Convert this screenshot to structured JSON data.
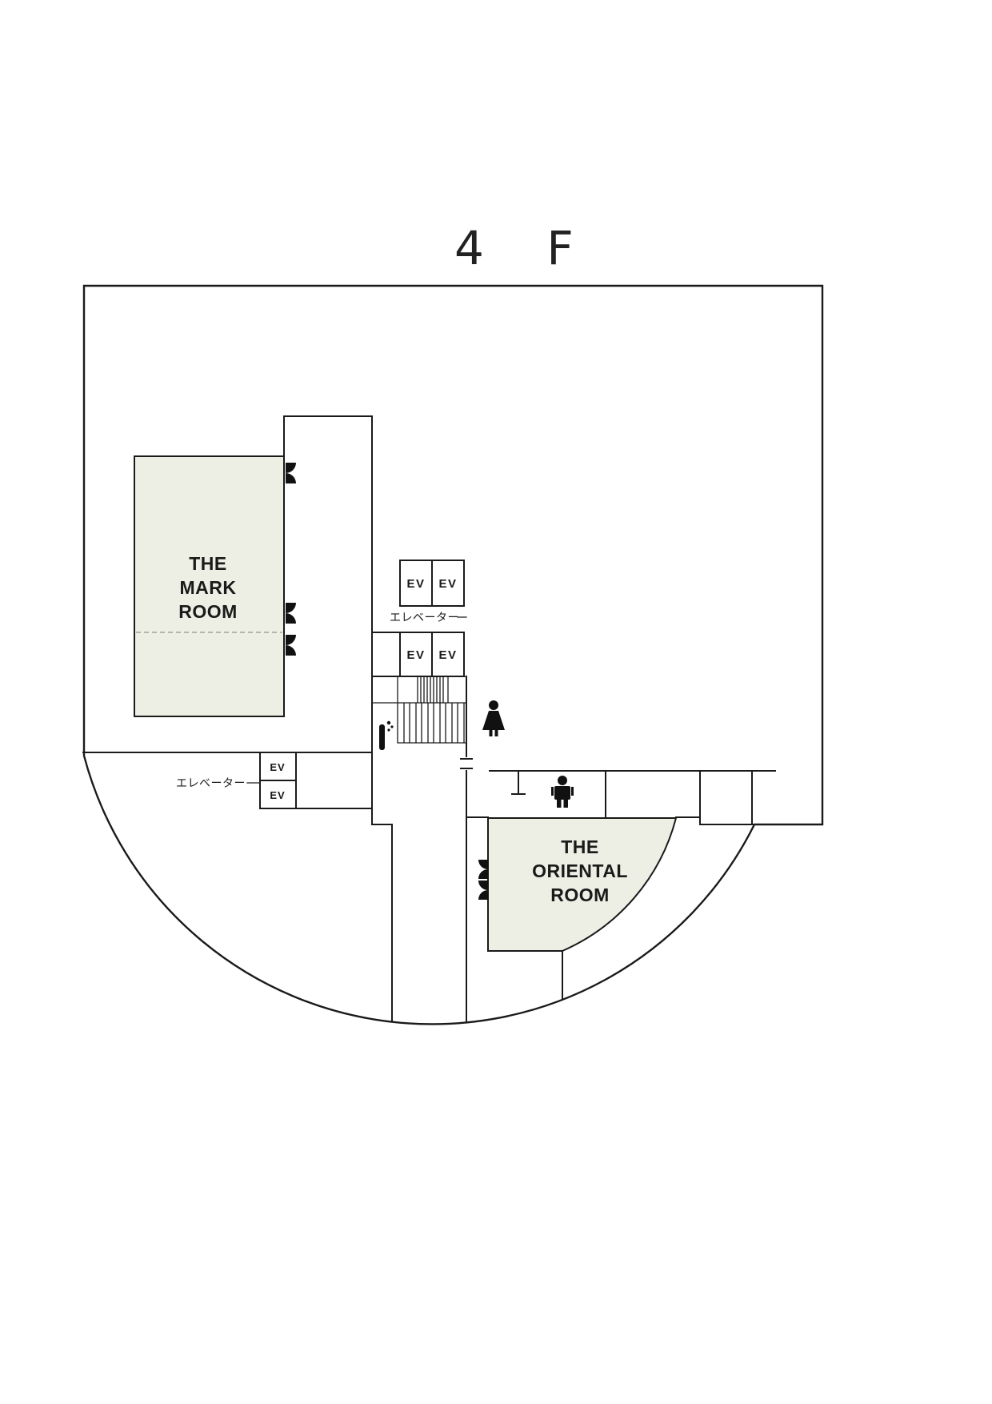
{
  "title": "4 F",
  "rooms": {
    "mark": {
      "name": "THE MARK ROOM",
      "line1": "THE",
      "line2": "MARK",
      "line3": "ROOM",
      "fill": "#edefe4"
    },
    "oriental": {
      "name": "THE ORIENTAL ROOM",
      "line1": "THE",
      "line2": "ORIENTAL",
      "line3": "ROOM",
      "fill": "#edefe4"
    }
  },
  "elevators": {
    "label_left": "エレベーター",
    "label_center": "エレベーター",
    "bank_top": {
      "ev1": "EV",
      "ev2": "EV"
    },
    "bank_mid": {
      "ev1": "EV",
      "ev2": "EV"
    },
    "bank_left": {
      "ev1": "EV",
      "ev2": "EV"
    }
  },
  "icons": {
    "women_restroom": "women-restroom-icon",
    "men_restroom": "men-restroom-icon",
    "stairs": "stairwell",
    "drinking_fountain": "drinking-fountain-icon"
  },
  "colors": {
    "wall": "#1a1a1a",
    "room_fill": "#edefe4",
    "dashed_partition": "#a0a596"
  }
}
